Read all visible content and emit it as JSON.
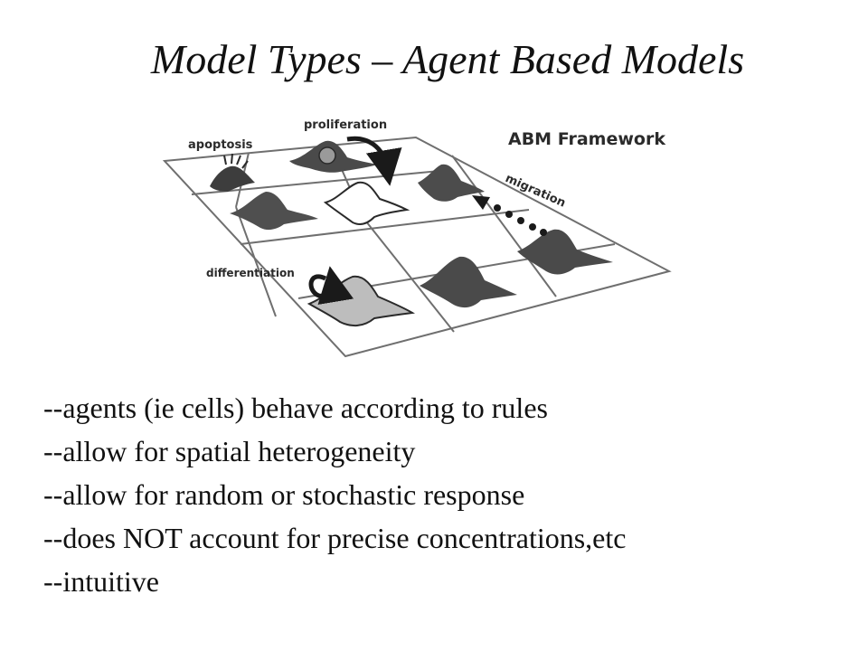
{
  "slide": {
    "title": "Model Types – Agent Based Models"
  },
  "figure": {
    "heading": "ABM Framework",
    "labels": {
      "proliferation": "proliferation",
      "apoptosis": "apoptosis",
      "migration": "migration",
      "differentiation": "differentiation"
    }
  },
  "bullets": [
    "--agents (ie cells) behave according to rules",
    "--allow for spatial heterogeneity",
    "--allow for random or stochastic response",
    "--does NOT account for precise concentrations,etc",
    "--intuitive"
  ]
}
